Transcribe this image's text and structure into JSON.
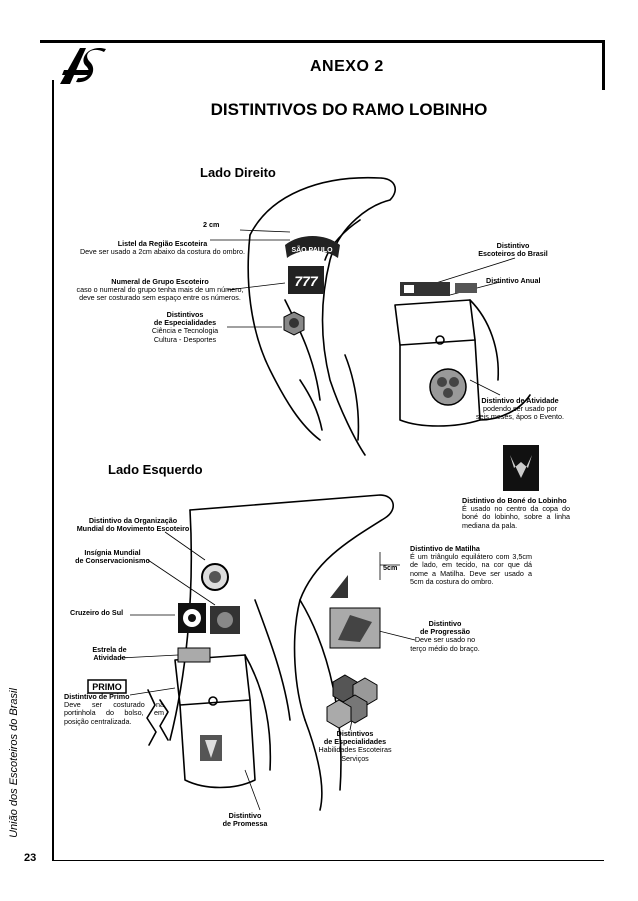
{
  "header": {
    "annex": "ANEXO 2"
  },
  "title": "DISTINTIVOS DO RAMO LOBINHO",
  "right_side": {
    "heading": "Lado Direito",
    "measure": "2 cm",
    "listel": {
      "title": "Listel da Região Escoteira",
      "text": "Deve ser usado a 2cm abaixo da costura do ombro."
    },
    "numeral": {
      "title": "Numeral de Grupo Escoteiro",
      "line1": "caso o numeral do grupo tenha mais de um número,",
      "line2": "deve ser costurado sem espaço entre os números."
    },
    "especialidades": {
      "title1": "Distintivos",
      "title2": "de Especialidades",
      "line1": "Ciência e Tecnologia",
      "line2": "Cultura - Desportes"
    },
    "escoteiros_brasil": {
      "line1": "Distintivo",
      "line2": "Escoteiros do Brasil"
    },
    "anual": "Distintivo Anual",
    "atividade": {
      "title": "Distintivo de Atividade",
      "line1": "podendo ser usado por",
      "line2": "seis meses, ápos o Evento."
    },
    "sao_paulo_text": "SÃO PAULO",
    "number_text": "777"
  },
  "left_side": {
    "heading": "Lado Esquerdo",
    "bone": {
      "title": "Distintivo do Boné do Lobinho",
      "text": "É usado no centro da copa do boné do lobinho, sobre a linha mediana da pala."
    },
    "organizacao": {
      "line1": "Distintivo da Organização",
      "line2": "Mundial do Movimento Escoteiro"
    },
    "insignia": {
      "line1": "Insígnia Mundial",
      "line2": "de Conservacionismo"
    },
    "measure": "5cm",
    "matilha": {
      "title": "Distintivo de Matilha",
      "text": "É um triângulo equilátero com 3,5cm de lado, em tecido, na cor que dá nome a Matilha. Deve ser usado a 5cm da costura do ombro."
    },
    "cruzeiro": "Cruzeiro do Sul",
    "progressao": {
      "line1": "Distintivo",
      "line2": "de Progressão",
      "line3": "Deve ser usado no",
      "line4": "terço médio do braço."
    },
    "estrela": {
      "line1": "Estrela de",
      "line2": "Atividade"
    },
    "primo_badge": "PRIMO",
    "primo": {
      "title": "Distintivo de Primo",
      "text": "Deve ser costurado na portinhola do bolso, em posição centralizada."
    },
    "habilidades": {
      "title1": "Distintivos",
      "title2": "de Especialidades",
      "line1": "Habilidades Escoteiras",
      "line2": "Serviços"
    },
    "promessa": {
      "line1": "Distintivo",
      "line2": "de Promessa"
    }
  },
  "footer": {
    "brand": "União dos Escoteiros do Brasil",
    "page": "23"
  }
}
